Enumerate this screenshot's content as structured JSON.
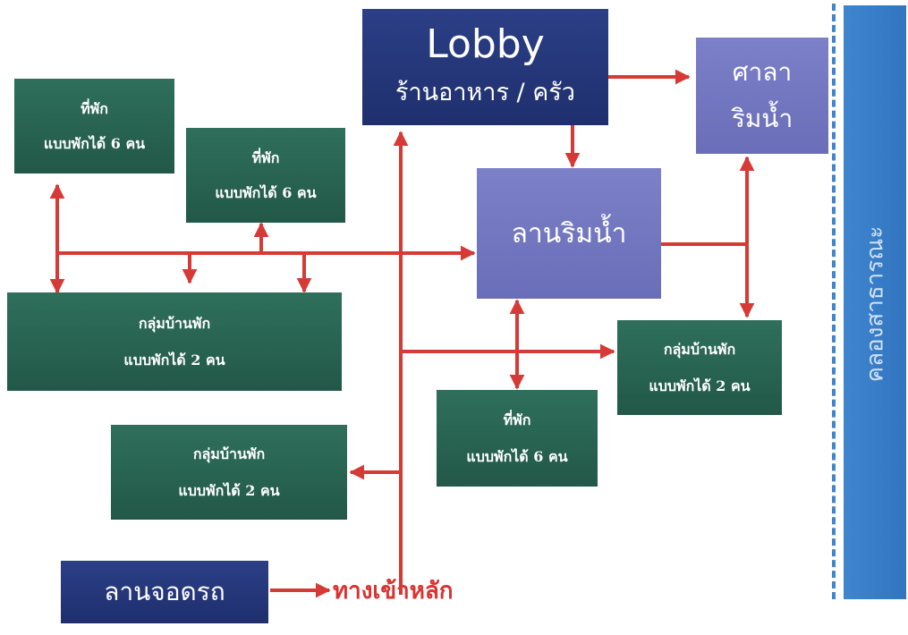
{
  "boxes": {
    "lobby": {
      "title": "Lobby",
      "subtitle": "ร้านอาหาร / ครัว"
    },
    "sala": {
      "line1": "ศาลา",
      "line2": "ริมน้ำ"
    },
    "waterfront": {
      "label": "ลานริมน้ำ"
    },
    "lodge_tl": {
      "line1": "ที่พัก",
      "line2": "แบบพักได้ 6 คน"
    },
    "lodge_tm": {
      "line1": "ที่พัก",
      "line2": "แบบพักได้ 6 คน"
    },
    "group_left": {
      "line1": "กลุ่มบ้านพัก",
      "line2": "แบบพักได้ 2 คน"
    },
    "group_right": {
      "line1": "กลุ่มบ้านพัก",
      "line2": "แบบพักได้ 2 คน"
    },
    "lodge_center": {
      "line1": "ที่พัก",
      "line2": "แบบพักได้ 6 คน"
    },
    "group_bottom": {
      "line1": "กลุ่มบ้านพัก",
      "line2": "แบบพักได้ 2 คน"
    },
    "parking": {
      "label": "ลานจอดรถ"
    }
  },
  "canal": {
    "label": "คลองสาธารณะ"
  },
  "entry": {
    "label": "ทางเข้าหลัก"
  },
  "colors": {
    "green": "#2a6654",
    "navy": "#24367a",
    "lavender": "#7276be",
    "canal": "#3a7fc8",
    "arrow": "#d63a36"
  }
}
